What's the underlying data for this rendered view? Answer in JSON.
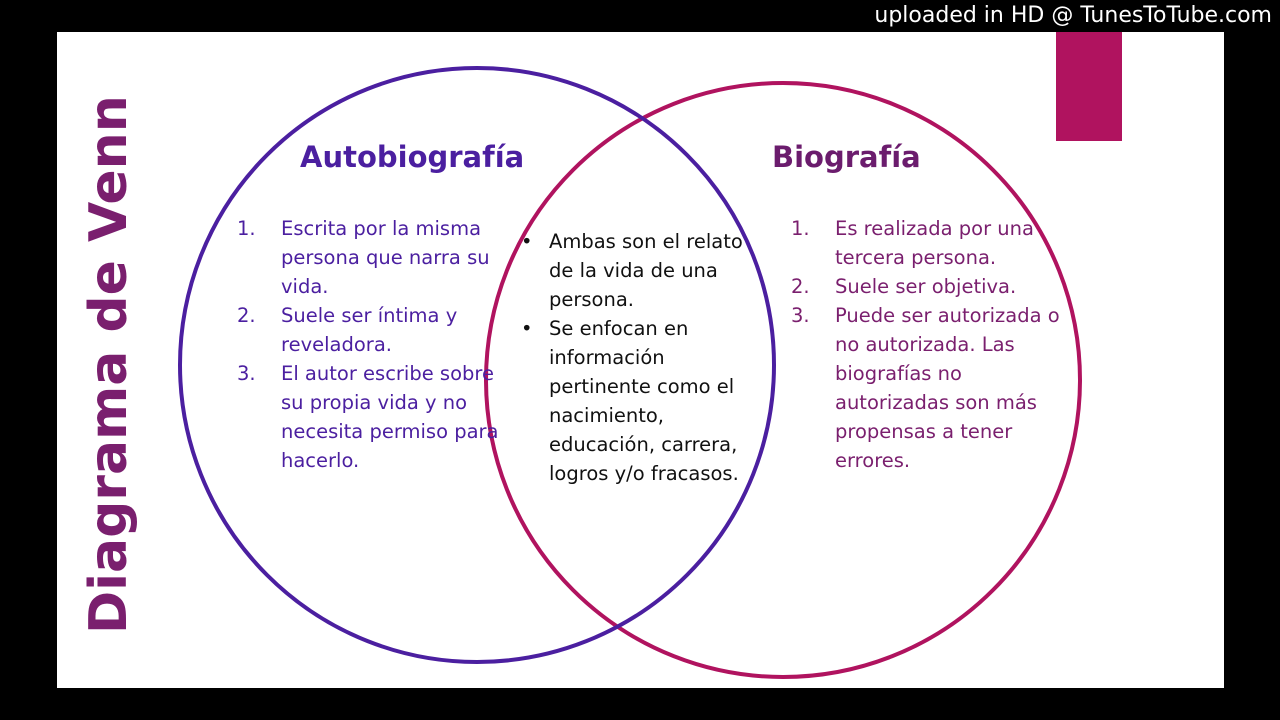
{
  "watermark": "uploaded in HD @ TunesToTube.com",
  "title": "Diagrama de Venn",
  "left_circle": {
    "title": "Autobiografía",
    "items": [
      {
        "num": "1.",
        "text": "Escrita por la misma persona que narra su vida."
      },
      {
        "num": "2.",
        "text": "Suele ser íntima y reveladora."
      },
      {
        "num": "3.",
        "text": "El autor escribe sobre su propia vida y no necesita permiso para hacerlo."
      }
    ]
  },
  "center": {
    "items": [
      {
        "bullet": "•",
        "text": "Ambas son el relato de la vida de una persona."
      },
      {
        "bullet": "•",
        "text": "Se enfocan en información pertinente como el nacimiento, educación, carrera, logros y/o fracasos."
      }
    ]
  },
  "right_circle": {
    "title": "Biografía",
    "items": [
      {
        "num": "1.",
        "text": "Es realizada por una tercera persona."
      },
      {
        "num": "2.",
        "text": "Suele ser objetiva."
      },
      {
        "num": "3.",
        "text": "Puede ser autorizada o no autorizada. Las biografías no autorizadas son más propensas a tener errores."
      }
    ]
  },
  "colors": {
    "left_circle": "#4b1fa0",
    "right_circle": "#b0135f",
    "accent": "#b0135f",
    "title": "#7a1f6e"
  }
}
